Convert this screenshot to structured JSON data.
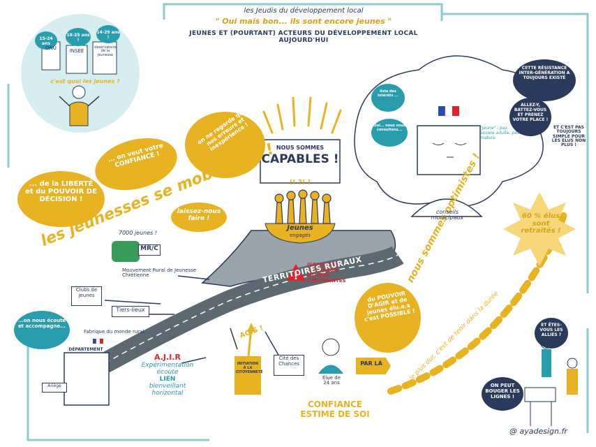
{
  "header": {
    "line1": "les Jeudis du développement local",
    "line2": "\" Oui mais bon... ils sont encore jeunes \"",
    "line3": "JEUNES ET (POURTANT) ACTEURS DU DÉVELOPPEMENT LOCAL AUJOURD'HUI"
  },
  "vignette": {
    "ages": [
      "15-24 ans",
      "18-25 ans !",
      "14-29 ans !"
    ],
    "orgs": [
      "ONU",
      "INSEE",
      "observatoire de la Jeunesse"
    ],
    "bubble": "c'est quoi les jeunes ?"
  },
  "center": {
    "sign_top": "NOUS SOMMES",
    "sign_main": "CAPABLES !",
    "exclaims": "!! ?! !",
    "base_label_1": "Jeunes",
    "base_label_2": "engagés",
    "warning_lines": [
      "ISOLEMENT",
      "EXCLUSION",
      "MOYENS",
      "CONTRAINTES"
    ],
    "road_label": "TERRITOIRES RURAUX"
  },
  "bubbles": {
    "liberte": "... de la LIBERTÉ et du POUVOIR DE DÉCISION !",
    "confiance": "... on veut votre CONFIANCE !",
    "regarde": "on ne regarde que nos erreurs et inexpérience !",
    "laissez": "laissez-nous faire !",
    "ecoute": "...on nous écoute et accompagne...",
    "pouvoir": "du POUVOIR D'AGIR et de jeunes élu.e.s c'est POSSIBLE !",
    "resistance": "CETTE RÉSISTANCE INTER-GÉNÉRATION A TOUJOURS EXISTÉ",
    "allez": "ALLEZ-Y, BATTEZ-VOUS ET PRENEZ VOTRE PLACE !",
    "simple": "ET C'EST PAS TOUJOURS SIMPLE POUR LES ÉLUS NON PLUS !",
    "liste": "liste des intérêts ...",
    "consultons": "Oui... nous vous consultons...",
    "jeunes_note": "\"Jeune\" : pas encore adulte, pas mature",
    "allies": "ET ÊTES-VOUS LES ALLIÉS ?",
    "bouger": "ON PEUT BOUGER LES LIGNES !"
  },
  "labels": {
    "mobilisent": "les jeunesses se mobilisent !",
    "count": "7000 jeunes !",
    "mrjc_sign": "MR/C",
    "mrjc_caption": "Mouvement Rural de Jeunesse Chrétienne",
    "clubs": "Clubs de jeunes",
    "tiers": "Tiers-lieux",
    "fabrique": "Fabrique du monde rural...",
    "departement": "DÉPARTEMENT",
    "ariege": "Ariège",
    "agir_title": "A.J.I.R",
    "agir_l1": "Expérimentation",
    "agir_l2": "écoute",
    "agir_l3": "LIEN",
    "agir_l4": "bienveillant",
    "agir_l5": "horizontal",
    "agis": "AGIS !",
    "initiation": "INITIATION À LA CITOYENNETÉ",
    "cite": "Cité des Chances",
    "elue": "Élue de 24 ans",
    "par_la": "PAR LÀ",
    "confiance_estime_1": "CONFIANCE",
    "confiance_estime_2": "ESTIME DE SOI",
    "optimistes": "nous sommes optimistes !",
    "conseils": "conseils municipaux",
    "retraites": "60 % élus sont retraités !",
    "chemin": "le plus dur, c'est de tenir dans la durée",
    "credit": "@ ayadesign.fr"
  }
}
